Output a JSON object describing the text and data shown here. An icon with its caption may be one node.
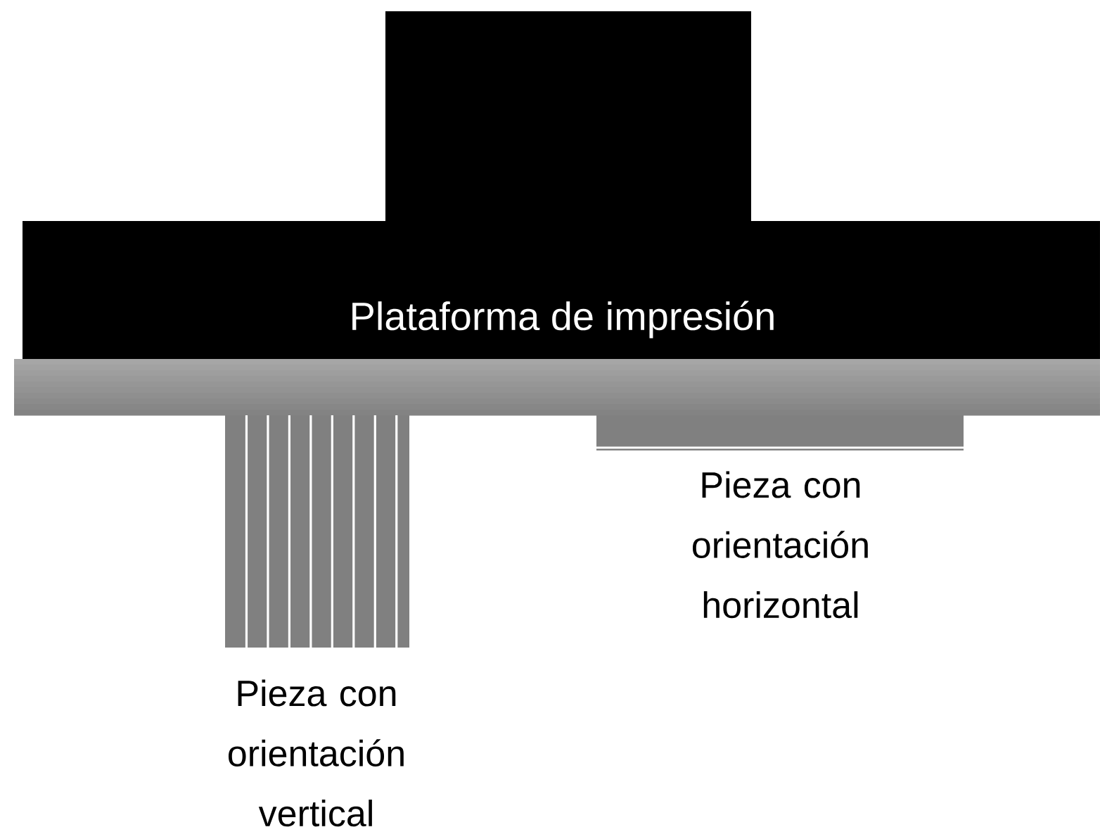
{
  "diagram": {
    "nodes": [
      {
        "text": [
          "Plataforma de impresión"
        ]
      },
      {
        "text": [],
        "shape": "bar",
        "beside": [
          "Pieza con orientación vertical"
        ]
      },
      {
        "text": [],
        "shape": "bar",
        "beside": [
          "Pieza con orientación horizontal"
        ]
      }
    ]
  }
}
